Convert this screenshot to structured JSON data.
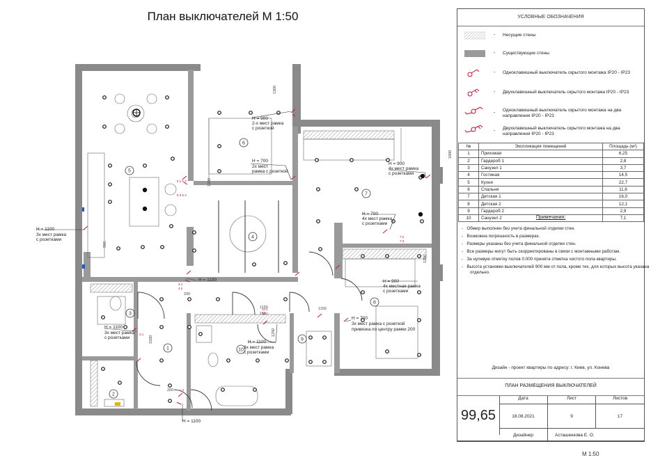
{
  "sheet": {
    "title": "План выключателей М 1:50",
    "scale": "М 1:50"
  },
  "legend": {
    "header": "УСЛОВНЫЕ ОБОЗНАЧЕНИЯ",
    "items": [
      {
        "dash": "-",
        "text": "Несущие стены",
        "symbol": "hatch"
      },
      {
        "dash": "-",
        "text": "Существующие стены",
        "symbol": "gray-fill"
      },
      {
        "dash": "-",
        "text": "Одноклавишный выключатель скрытого монтажа IP20 - IP23",
        "symbol": "switch-1"
      },
      {
        "dash": "-",
        "text": "Двухклавишный выключатель скрытого монтажа IP20 - IP23",
        "symbol": "switch-2"
      },
      {
        "dash": "-",
        "text": "Одноклавишный выключатель скрытого монтажа на два направления IP20 - IP23",
        "symbol": "switch-1-2way"
      },
      {
        "dash": "-",
        "text": "Двухклавишный выключатель скрытого монтажа на два направления IP20 - IP23",
        "symbol": "switch-2-2way"
      }
    ]
  },
  "rooms": {
    "headers": [
      "№",
      "Экспликация помещений",
      "Площадь (м²)"
    ],
    "rows": [
      [
        "1",
        "Прихожая",
        "6,25"
      ],
      [
        "2",
        "Гардероб 1",
        "2,8"
      ],
      [
        "3",
        "Санузел 1",
        "3,7"
      ],
      [
        "4",
        "Гостиная",
        "14,5"
      ],
      [
        "5",
        "Кухня",
        "22,7"
      ],
      [
        "6",
        "Спальня",
        "11,6"
      ],
      [
        "7",
        "Детская 1",
        "16,0"
      ],
      [
        "8",
        "Детская 2",
        "12,1"
      ],
      [
        "9",
        "Гардероб 2",
        "2,9"
      ],
      [
        "10",
        "Санузел 2",
        "7,1"
      ]
    ]
  },
  "notes": {
    "title": "Примечания:",
    "items": [
      "Обмер выполнен без учета финальной отделки стен.",
      "Возможна погрешность в размерах.",
      "Размеры указаны без учета финальной отделки стен.",
      "Все размеры могут быть скорректированы в связи с монтажными работам.",
      "За нулевую отметку полов 0.000 принята отметка чистого пола квартиры.",
      "Высота установки выключателей  900  мм от пола, кроме тех, для которых высота указана отдельно."
    ]
  },
  "project": {
    "address": "Дизайн - проект квартиры по адресу: г. Киев, ул. Конева",
    "sheet_name": "ПЛАН РАЗМЕЩЕНИЯ ВЫКЛЮЧАТЕЛЕЙ",
    "area": "99,65",
    "date_label": "Дата",
    "date": "18.08.2021",
    "sheet_label": "Лист",
    "sheet_no": "9",
    "sheets_label": "Листов",
    "sheets_total": "17",
    "designer_label": "Дизайнер",
    "designer": "Асташенкова  Е. О."
  },
  "plan": {
    "room_numbers": [
      "1",
      "2",
      "3",
      "4",
      "5",
      "6",
      "7",
      "8",
      "9",
      "10"
    ],
    "annotations": [
      {
        "h": "H = 900",
        "t1": "2-х мест рамка",
        "t2": "с розеткой"
      },
      {
        "h": "H = 700",
        "t1": "2х мест",
        "t2": "рамка с розеткой"
      },
      {
        "h": "H = 900",
        "t1": "4х мест рамка",
        "t2": "с розетками"
      },
      {
        "h": "H = 700",
        "t1": "4х мест рамка",
        "t2": "с розетками"
      },
      {
        "h": "H = 1100",
        "t1": "3х мест рамка",
        "t2": "с розетками"
      },
      {
        "h": "H = 900",
        "t1": "4х местная рамка",
        "t2": "с розетками"
      },
      {
        "h": "H = 1100",
        "t1": "3х мест рамка",
        "t2": "с розетками"
      },
      {
        "h": "H = 1100",
        "t1": "3х мест рамка",
        "t2": "с розетками"
      },
      {
        "h": "H = 700",
        "t1": "3х мест  рамка с розеткой",
        "t2": "привязка по центру рамки 200"
      },
      {
        "h": "H = 1100",
        "t1": "",
        "t2": ""
      },
      {
        "h": "H = 1100",
        "t1": "",
        "t2": ""
      }
    ],
    "dims": [
      "1300",
      "1200",
      "1600",
      "980",
      "1200",
      "1150",
      "1150",
      "150",
      "1250",
      "200",
      "200",
      "1500"
    ]
  },
  "colors": {
    "wall": "#8a8a8a",
    "switch": "#c8102e",
    "line": "#333333"
  }
}
